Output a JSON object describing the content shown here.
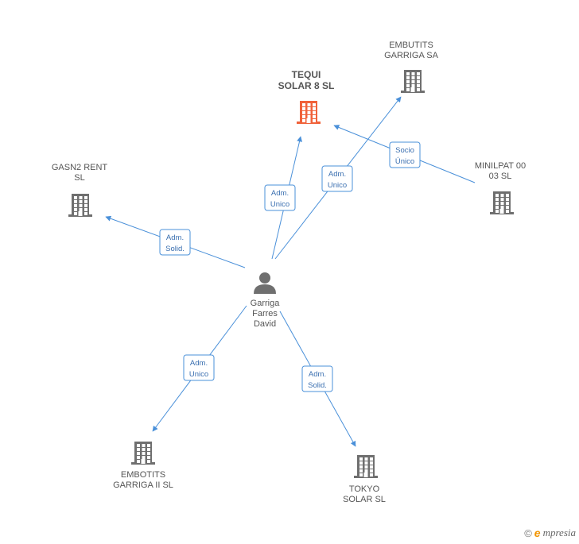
{
  "center": {
    "label": [
      "Garriga",
      "Farres",
      "David"
    ]
  },
  "companies": [
    {
      "id": "tequi",
      "label": [
        "TEQUI",
        "SOLAR 8 SL"
      ],
      "main": true
    },
    {
      "id": "embutits",
      "label": [
        "EMBUTITS",
        "GARRIGA SA"
      ]
    },
    {
      "id": "gasn2",
      "label": [
        "GASN2 RENT",
        "SL"
      ]
    },
    {
      "id": "minilpat",
      "label": [
        "MINILPAT 00",
        "03  SL"
      ]
    },
    {
      "id": "embotits",
      "label": [
        "EMBOTITS",
        "GARRIGA II SL"
      ]
    },
    {
      "id": "tokyo",
      "label": [
        "TOKYO",
        "SOLAR SL"
      ]
    }
  ],
  "edges": [
    {
      "from": "center",
      "to": "tequi",
      "label": [
        "Adm.",
        "Unico"
      ]
    },
    {
      "from": "center",
      "to": "embutits",
      "label": [
        "Adm.",
        "Unico"
      ]
    },
    {
      "from": "center",
      "to": "gasn2",
      "label": [
        "Adm.",
        "Solid."
      ]
    },
    {
      "from": "minilpat",
      "to": "tequi",
      "label": [
        "Socio",
        "Único"
      ]
    },
    {
      "from": "center",
      "to": "embotits",
      "label": [
        "Adm.",
        "Unico"
      ]
    },
    {
      "from": "center",
      "to": "tokyo",
      "label": [
        "Adm.",
        "Solid."
      ]
    }
  ],
  "colors": {
    "edge": "#4a90d9",
    "building": "#6f6f6f",
    "building_main": "#f0623a",
    "person": "#6f6f6f"
  },
  "icons": {
    "company": "building-icon",
    "person": "person-icon"
  },
  "footer": {
    "copyright": "©",
    "brand_initial": "e",
    "brand_rest": "mpresia"
  }
}
